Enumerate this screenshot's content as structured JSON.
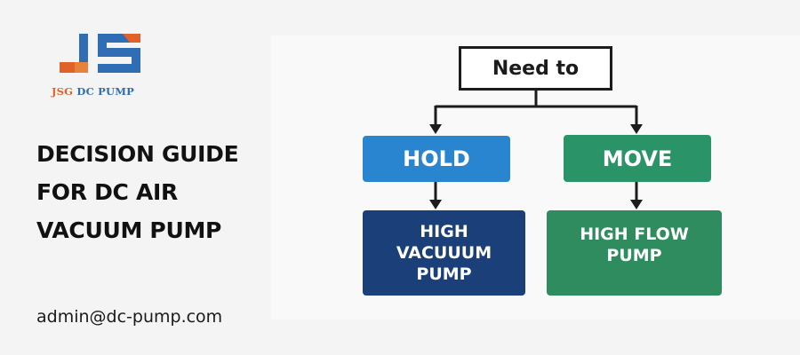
{
  "logo": {
    "mark": "JS",
    "text_part1": "JSG",
    "text_part2": "DC PUMP",
    "colors": {
      "orange": "#e0622a",
      "blue": "#2f6eb5"
    }
  },
  "title": {
    "line1": "DECISION GUIDE",
    "line2": "FOR DC AIR",
    "line3": "VACUUM PUMP"
  },
  "email": "admin@dc-pump.com",
  "diagram": {
    "root": "Need to",
    "branches": [
      {
        "label": "HOLD",
        "color": "#2a85d0",
        "result_lines": [
          "HIGH",
          "VACUUUM",
          "PUMP"
        ],
        "result_color": "#1b3f78"
      },
      {
        "label": "MOVE",
        "color": "#2a9468",
        "result_lines": [
          "HIGH FLOW",
          "PUMP"
        ],
        "result_color": "#2e8c5e"
      }
    ]
  }
}
